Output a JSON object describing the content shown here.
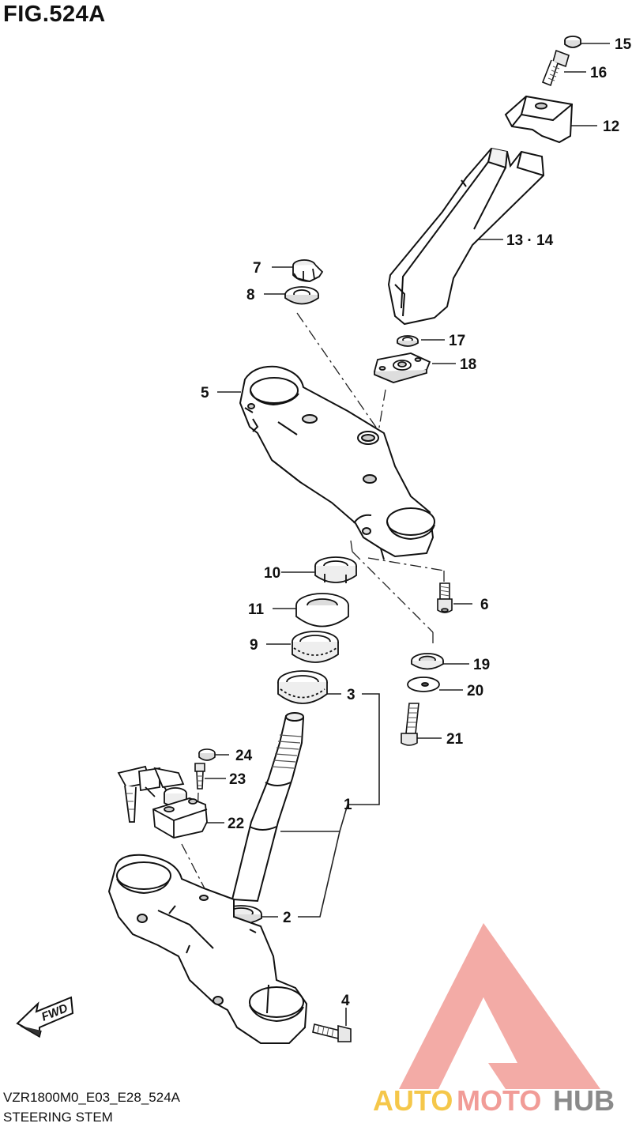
{
  "figure": {
    "title": "FIG.524A",
    "code": "VZR1800M0_E03_E28_524A",
    "caption": "STEERING STEM"
  },
  "fwd_marker": "FWD",
  "watermark": {
    "part1": "AUTO",
    "part2": "MOTO",
    "part3": "HUB",
    "color_triangle": "#f19c97",
    "color_auto": "#f5c74a",
    "color_moto": "#f19c97",
    "color_hub": "#8a8a8a"
  },
  "parts": [
    {
      "id": "p1",
      "label": "1"
    },
    {
      "id": "p2",
      "label": "2"
    },
    {
      "id": "p3",
      "label": "3"
    },
    {
      "id": "p4",
      "label": "4"
    },
    {
      "id": "p5",
      "label": "5"
    },
    {
      "id": "p6",
      "label": "6"
    },
    {
      "id": "p7",
      "label": "7"
    },
    {
      "id": "p8",
      "label": "8"
    },
    {
      "id": "p9",
      "label": "9"
    },
    {
      "id": "p10",
      "label": "10"
    },
    {
      "id": "p11",
      "label": "11"
    },
    {
      "id": "p12",
      "label": "12"
    },
    {
      "id": "p13",
      "label": "13 · 14"
    },
    {
      "id": "p15",
      "label": "15"
    },
    {
      "id": "p16",
      "label": "16"
    },
    {
      "id": "p17",
      "label": "17"
    },
    {
      "id": "p18",
      "label": "18"
    },
    {
      "id": "p19",
      "label": "19"
    },
    {
      "id": "p20",
      "label": "20"
    },
    {
      "id": "p21",
      "label": "21"
    },
    {
      "id": "p22",
      "label": "22"
    },
    {
      "id": "p23",
      "label": "23"
    },
    {
      "id": "p24",
      "label": "24"
    }
  ]
}
